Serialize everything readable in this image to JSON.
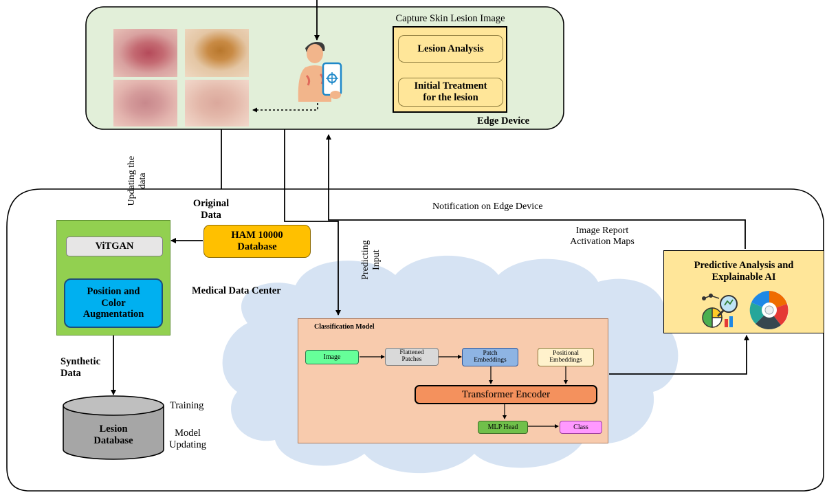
{
  "edge": {
    "capture_label": "Capture Skin Lesion Image",
    "lesion_analysis": "Lesion Analysis",
    "treatment_line1": "Initial Treatment",
    "treatment_line2": "for the lesion",
    "device_label": "Edge Device"
  },
  "flows": {
    "updating_line1": "Updating the",
    "updating_line2": "data",
    "notification": "Notification on Edge Device",
    "report_line1": "Image Report",
    "report_line2": "Activation Maps",
    "predicting_line1": "Predicting",
    "predicting_line2": "Input",
    "synthetic_line1": "Synthetic",
    "synthetic_line2": "Data",
    "training": "Training",
    "model_line1": "Model",
    "model_line2": "Updating",
    "original_line1": "Original",
    "original_line2": "Data"
  },
  "center": {
    "label": "Medical Data Center",
    "ham_line1": "HAM 10000",
    "ham_line2": "Database",
    "vitgan": "ViTGAN",
    "aug_line1": "Position and",
    "aug_line2": "Color",
    "aug_line3": "Augmentation",
    "lesion_db_line1": "Lesion",
    "lesion_db_line2": "Database"
  },
  "model": {
    "title": "Classification Model",
    "image": "Image",
    "flat_line1": "Flattened",
    "flat_line2": "Patches",
    "patch_line1": "Patch",
    "patch_line2": "Embeddings",
    "pos_line1": "Positional",
    "pos_line2": "Embeddings",
    "encoder": "Transformer Encoder",
    "mlp": "MLP Head",
    "class": "Class"
  },
  "xai": {
    "line1": "Predictive Analysis and",
    "line2": "Explainable AI"
  },
  "colors": {
    "edge_fill": "#e2efd9",
    "panel_fill": "#ffe699",
    "ham_fill": "#ffc000",
    "gan_fill": "#92d050",
    "aug_fill": "#00b0f0",
    "cloud_fill": "#d6e3f3",
    "model_fill": "#f8cbad",
    "encoder_fill": "#f4915d",
    "image_fill": "#66ff99",
    "mlp_fill": "#70c04a",
    "class_fill": "#ff99ff",
    "xai_fill": "#ffe699",
    "db_fill": "#a6a6a6"
  },
  "icons": [
    "lesion-photo",
    "patient-with-phone-icon",
    "analytics-icon",
    "pie-chart-icon"
  ]
}
